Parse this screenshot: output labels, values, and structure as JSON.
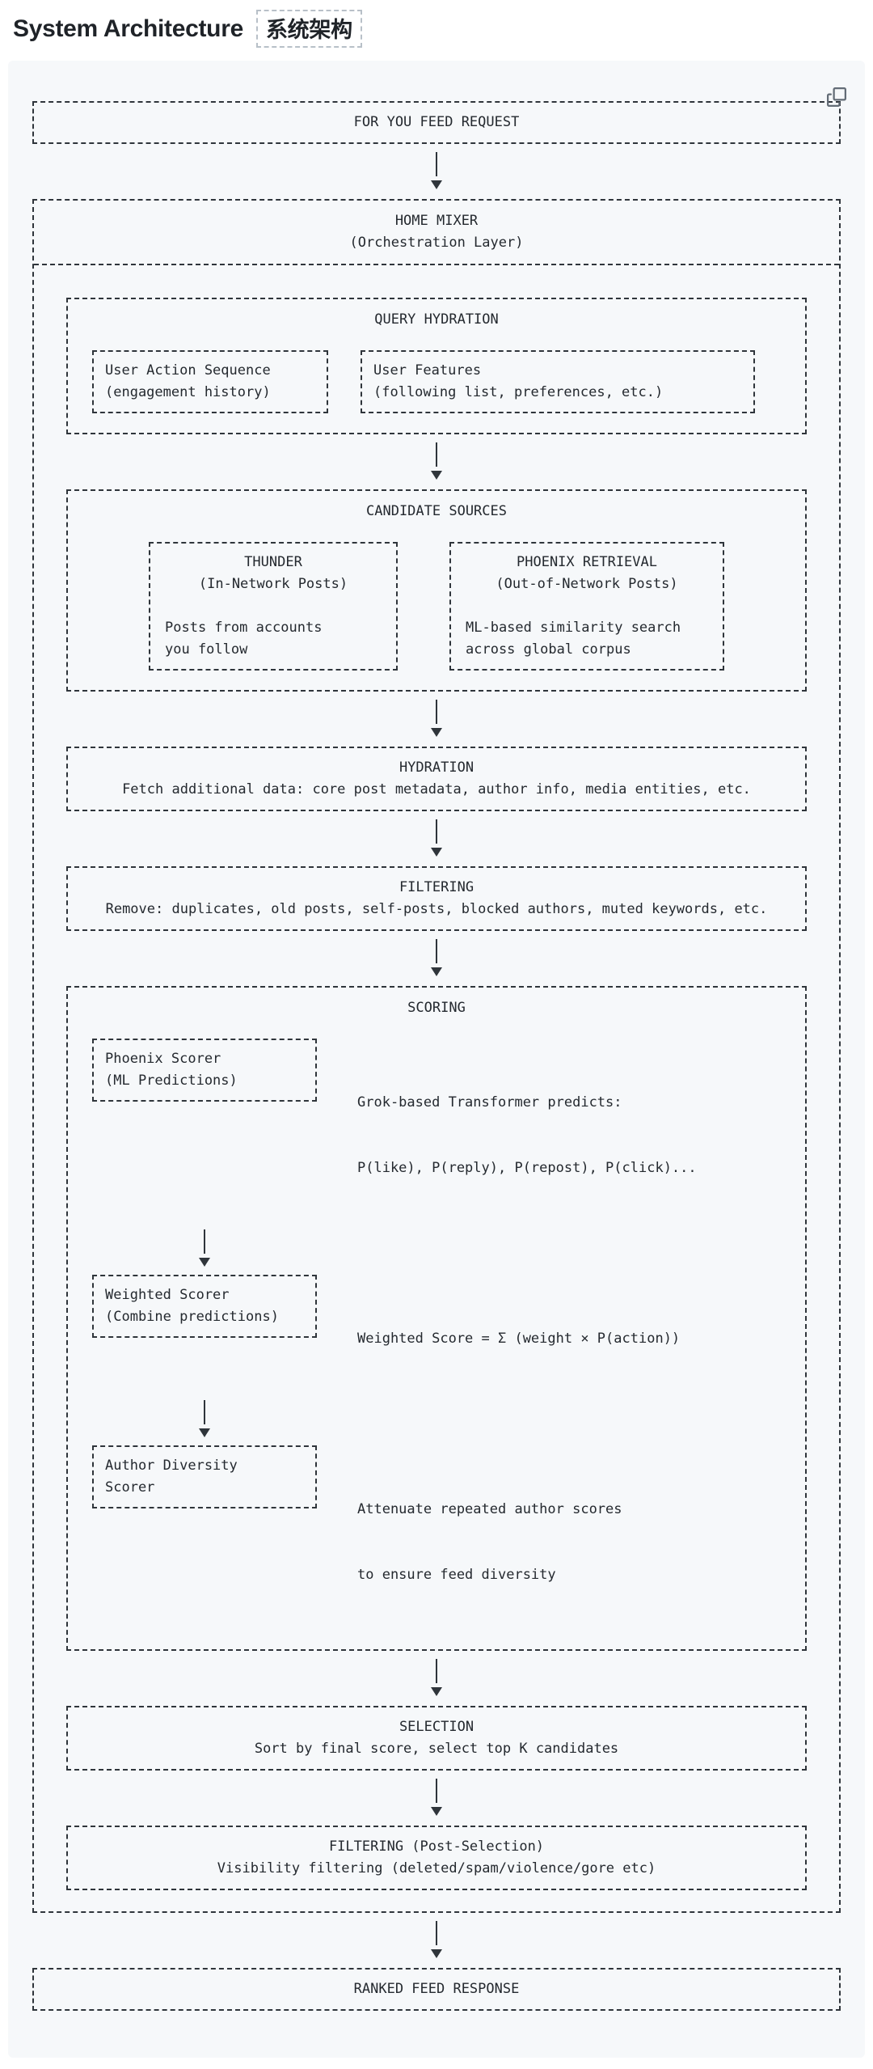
{
  "header": {
    "title": "System Architecture",
    "title_zh": "系统架构"
  },
  "panel": {
    "copy_icon": "copy-icon"
  },
  "colors": {
    "panel_bg": "#f6f8fa",
    "diagram_line": "#2f353b",
    "text": "#24292f",
    "icon": "#636c76"
  },
  "diagram": {
    "request": "FOR YOU FEED REQUEST",
    "home_mixer": {
      "title": "HOME MIXER",
      "subtitle": "(Orchestration Layer)"
    },
    "query_hydration": {
      "title": "QUERY HYDRATION",
      "user_action_sequence": {
        "line1": "User Action Sequence",
        "line2": "(engagement history)"
      },
      "user_features": {
        "line1": "User Features",
        "line2": "(following list, preferences, etc.)"
      }
    },
    "candidate_sources": {
      "title": "CANDIDATE SOURCES",
      "thunder": {
        "title": "THUNDER",
        "subtitle": "(In-Network Posts)",
        "line1": "Posts from accounts",
        "line2": "you follow"
      },
      "phoenix_retrieval": {
        "title": "PHOENIX RETRIEVAL",
        "subtitle": "(Out-of-Network Posts)",
        "line1": "ML-based similarity search",
        "line2": "across global corpus"
      }
    },
    "hydration": {
      "title": "HYDRATION",
      "description": "Fetch additional data: core post metadata, author info, media entities, etc."
    },
    "filtering": {
      "title": "FILTERING",
      "description": "Remove: duplicates, old posts, self-posts, blocked authors, muted keywords, etc."
    },
    "scoring": {
      "title": "SCORING",
      "phoenix_scorer": {
        "line1": "Phoenix Scorer",
        "line2": "(ML Predictions)",
        "note1": "Grok-based Transformer predicts:",
        "note2": "P(like), P(reply), P(repost), P(click)..."
      },
      "weighted_scorer": {
        "line1": "Weighted Scorer",
        "line2": "(Combine predictions)",
        "note1": "Weighted Score = Σ (weight × P(action))"
      },
      "author_diversity_scorer": {
        "line1": "Author Diversity",
        "line2": "Scorer",
        "note1": "Attenuate repeated author scores",
        "note2": "to ensure feed diversity"
      }
    },
    "selection": {
      "title": "SELECTION",
      "description": "Sort by final score, select top K candidates"
    },
    "post_filtering": {
      "title": "FILTERING (Post-Selection)",
      "description": "Visibility filtering (deleted/spam/violence/gore etc)"
    },
    "response": "RANKED FEED RESPONSE"
  }
}
